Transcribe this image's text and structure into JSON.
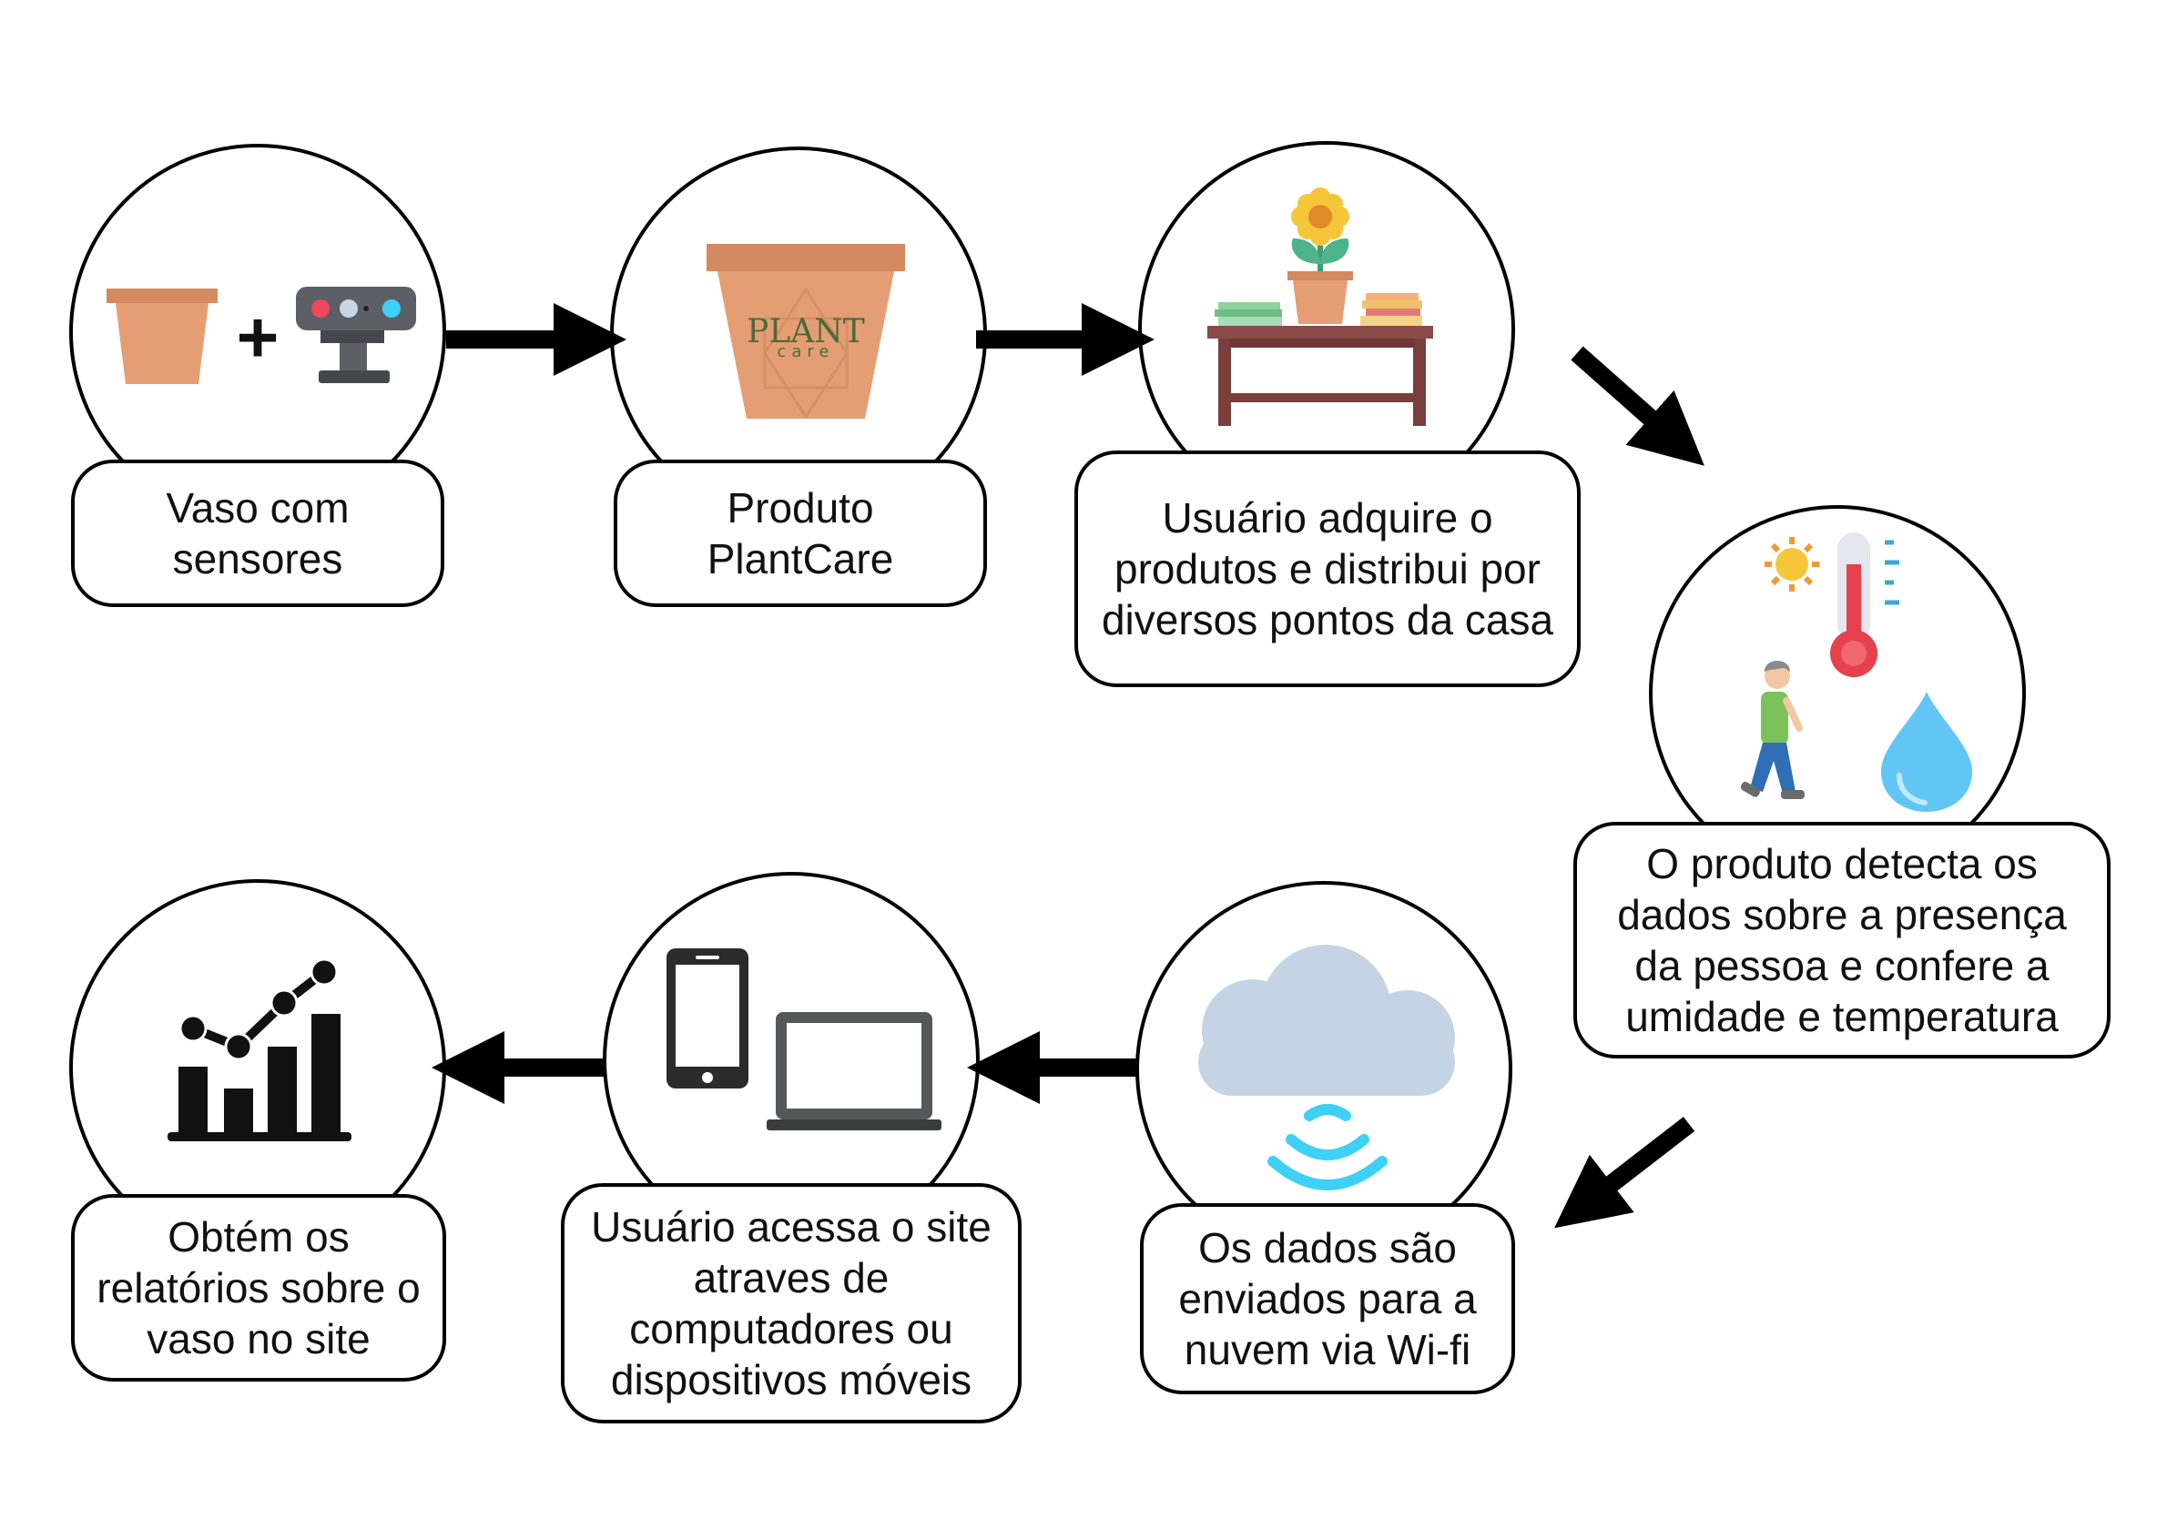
{
  "steps": [
    {
      "id": "vaso",
      "label": "Vaso com sensores",
      "icon": "pot-plus-sensor-icon",
      "sublabel": "+"
    },
    {
      "id": "produto",
      "label": "Produto PlantCare",
      "icon": "plantcare-pot-icon",
      "logo_text": "PLANT",
      "logo_subtext": "care"
    },
    {
      "id": "distribui",
      "label": "Usuário adquire o produtos  e distribui por diversos pontos da casa",
      "icon": "table-with-flower-icon"
    },
    {
      "id": "detecta",
      "label": "O produto detecta os dados sobre a presença da pessoa e confere a umidade e temperatura",
      "icon": "person-thermometer-drop-icon"
    },
    {
      "id": "nuvem",
      "label": "Os dados são enviados para a nuvem via Wi-fi",
      "icon": "cloud-wifi-icon"
    },
    {
      "id": "acessa",
      "label": "Usuário acessa o site atraves de computadores ou dispositivos móveis",
      "icon": "phone-laptop-icon"
    },
    {
      "id": "relatorio",
      "label": "Obtém os relatórios sobre o vaso no site",
      "icon": "growth-chart-icon"
    }
  ],
  "colors": {
    "terracotta": "#E59E73",
    "terracotta_dark": "#D48A5E",
    "sensor_gray": "#5C5F66",
    "cloud": "#C4D4E4",
    "wifi": "#3ED0F5",
    "drop": "#62C6F5",
    "table": "#8A4A48",
    "thermo_red": "#E5424D",
    "sun": "#F29A2E"
  }
}
